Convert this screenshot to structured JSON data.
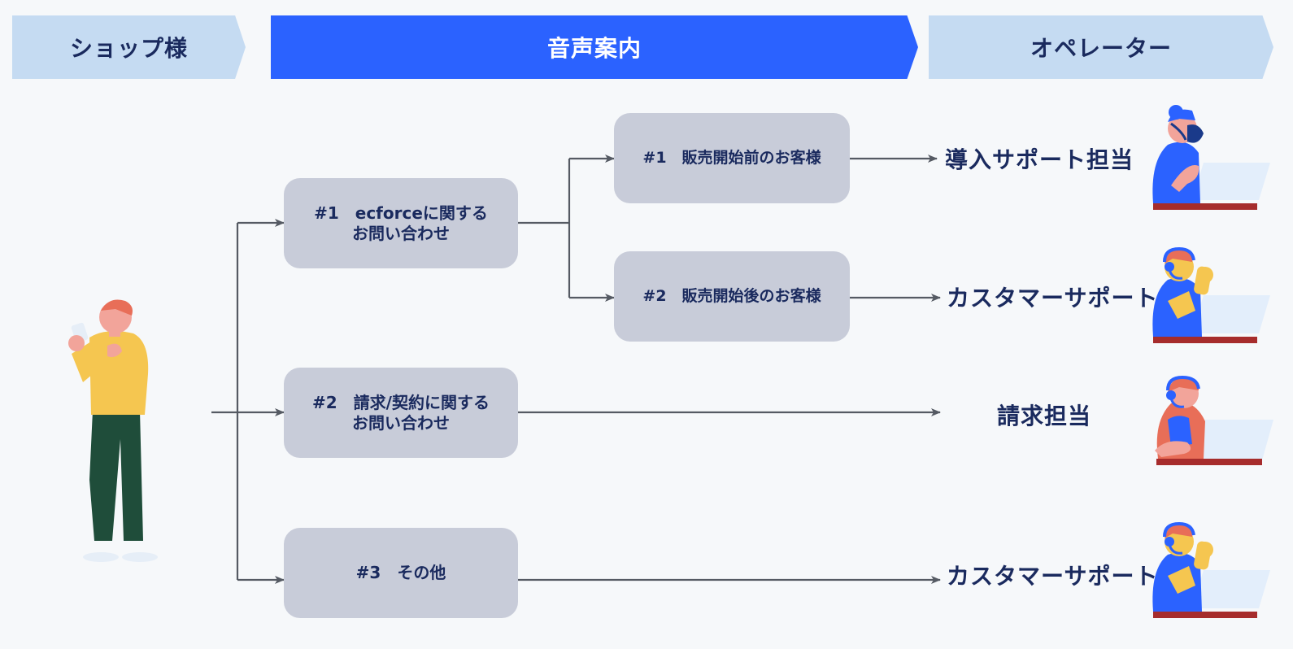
{
  "headers": {
    "shop": "ショップ様",
    "voice": "音声案内",
    "operator": "オペレーター"
  },
  "menu": {
    "n1": [
      "#1　ecforceに関する",
      "お問い合わせ"
    ],
    "n2": [
      "#2　請求/契約に関する",
      "お問い合わせ"
    ],
    "n3": [
      "#3　その他"
    ],
    "s1": [
      "#1　販売開始前のお客様"
    ],
    "s2": [
      "#2　販売開始後のお客様"
    ]
  },
  "operators": {
    "op1": "導入サポート担当",
    "op2": "カスタマーサポート",
    "op3": "請求担当",
    "op4": "カスタマーサポート"
  },
  "colors": {
    "header_active": "#2b62ff",
    "header_light": "#c5dbf2",
    "node_fill": "#c8ccd9",
    "text_navy": "#1a2a5e",
    "connector": "#555a63"
  }
}
